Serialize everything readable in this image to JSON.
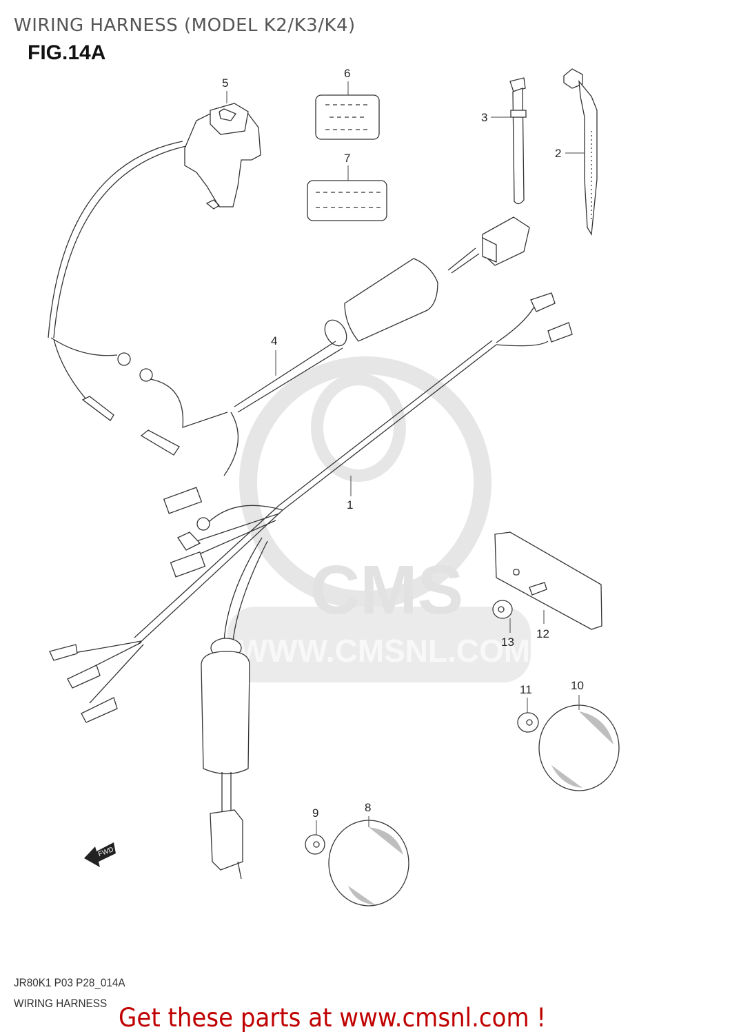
{
  "header": {
    "title": "WIRING HARNESS (MODEL K2/K3/K4)",
    "figure": "FIG.14A"
  },
  "footer": {
    "code": "JR80K1 P03 P28_014A",
    "name": "WIRING HARNESS",
    "promo": "Get these parts at www.cmsnl.com !"
  },
  "watermark": {
    "logo": "CMS",
    "url": "WWW.CMSNL.COM"
  },
  "direction_marker": {
    "label": "FWD"
  },
  "callouts": [
    {
      "num": "1",
      "part": "wiring-harness-main"
    },
    {
      "num": "2",
      "part": "cable-tie"
    },
    {
      "num": "3",
      "part": "clamp-band"
    },
    {
      "num": "4",
      "part": "sub-harness"
    },
    {
      "num": "5",
      "part": "handlebar-switch"
    },
    {
      "num": "6",
      "part": "label-6"
    },
    {
      "num": "7",
      "part": "label-7"
    },
    {
      "num": "8",
      "part": "reflector-rear"
    },
    {
      "num": "9",
      "part": "nut-9"
    },
    {
      "num": "10",
      "part": "reflector-10"
    },
    {
      "num": "11",
      "part": "nut-11"
    },
    {
      "num": "12",
      "part": "reflector-plate"
    },
    {
      "num": "13",
      "part": "nut-13"
    }
  ],
  "colors": {
    "promo": "#c00000",
    "line": "#333333",
    "watermark": "#e2e2e2",
    "title": "#555555"
  }
}
